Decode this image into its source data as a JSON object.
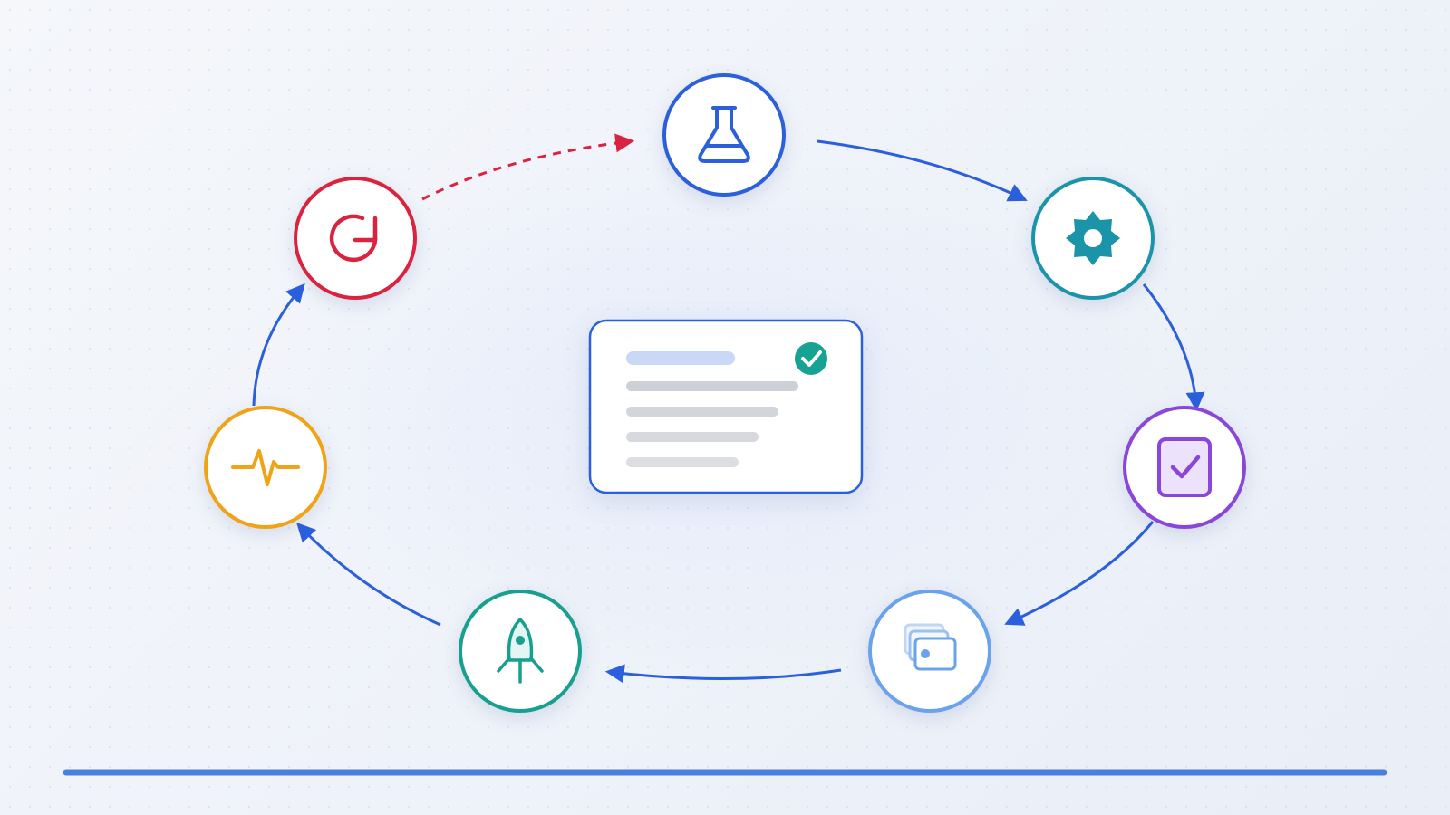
{
  "diagram": {
    "type": "cycle",
    "colors": {
      "flow_arrow": "#2b5fdc",
      "return_arrow": "#d9233f",
      "baseline": "#4a7fe0",
      "card_border": "#2b5fdc",
      "card_check": "#16a394"
    },
    "nodes": [
      {
        "id": "experiment",
        "icon": "flask-icon",
        "color": "#2b5fdc"
      },
      {
        "id": "configure",
        "icon": "gear-icon",
        "color": "#1b93a8"
      },
      {
        "id": "validate",
        "icon": "checkbox-icon",
        "color": "#8a45d9"
      },
      {
        "id": "stage",
        "icon": "stacked-cards-icon",
        "color": "#6aa3ec"
      },
      {
        "id": "launch",
        "icon": "rocket-icon",
        "color": "#17a08f"
      },
      {
        "id": "monitor",
        "icon": "pulse-icon",
        "color": "#f0a316"
      },
      {
        "id": "iterate",
        "icon": "refresh-icon",
        "color": "#d9233f"
      }
    ],
    "edges": [
      {
        "from": "experiment",
        "to": "configure",
        "style": "solid"
      },
      {
        "from": "configure",
        "to": "validate",
        "style": "solid"
      },
      {
        "from": "validate",
        "to": "stage",
        "style": "solid"
      },
      {
        "from": "stage",
        "to": "launch",
        "style": "solid"
      },
      {
        "from": "launch",
        "to": "monitor",
        "style": "solid"
      },
      {
        "from": "monitor",
        "to": "iterate",
        "style": "solid"
      },
      {
        "from": "iterate",
        "to": "experiment",
        "style": "dashed"
      }
    ],
    "center_card": {
      "status": "verified",
      "text_lines": 4
    }
  }
}
